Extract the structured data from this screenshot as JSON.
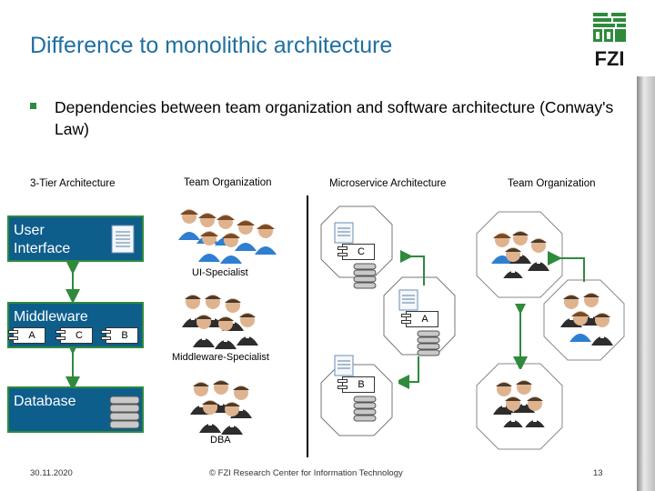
{
  "slide": {
    "title": "Difference to monolithic architecture",
    "bullet": "Dependencies between team organization and software architecture (Conway's Law)"
  },
  "columns": {
    "tier": "3-Tier Architecture",
    "team_left": "Team Organization",
    "micro": "Microservice Architecture",
    "team_right": "Team Organization"
  },
  "layers": {
    "ui": "User Interface",
    "middleware": "Middleware",
    "database": "Database"
  },
  "middleware_components": [
    "A",
    "C",
    "B"
  ],
  "teams": {
    "ui": "UI-Specialist",
    "middleware": "Middleware-Specialist",
    "db": "DBA"
  },
  "services": [
    "C",
    "A",
    "B"
  ],
  "footer": {
    "date": "30.11.2020",
    "credit": "© FZI Research Center for Information Technology",
    "page": "13"
  },
  "logo_text": "FZI",
  "colors": {
    "title": "#1f6f9f",
    "layer_fill": "#0e5e8c",
    "accent_green": "#2f8a3c"
  }
}
